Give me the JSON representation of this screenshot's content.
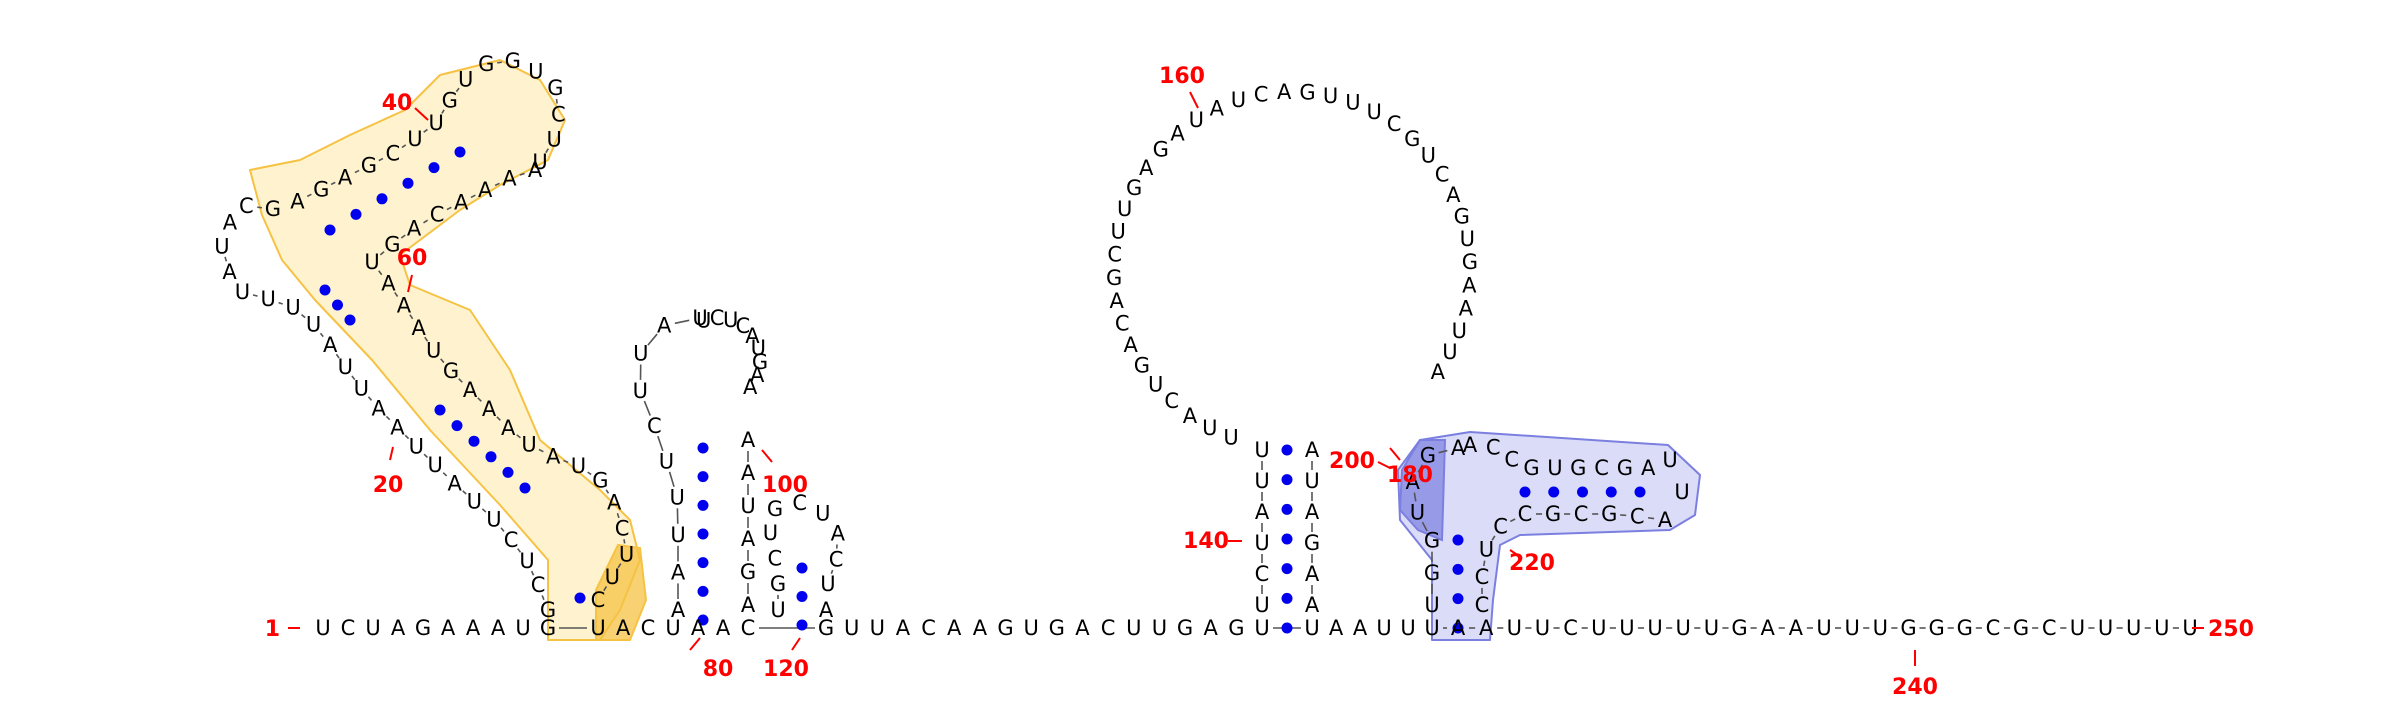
{
  "diagram": {
    "type": "RNA secondary structure",
    "colors": {
      "nucleotide": "#000000",
      "pair_dot": "#0000ee",
      "index_label": "#ff0000",
      "highlight_yellow_fill": "#fde9a6",
      "highlight_yellow_stroke": "#f6c244",
      "highlight_blue_fill": "#cfd0f4",
      "highlight_blue_stroke": "#7b7fe0"
    },
    "index_labels": [
      "1",
      "20",
      "40",
      "60",
      "80",
      "100",
      "120",
      "140",
      "160",
      "180",
      "200",
      "220",
      "240",
      "250"
    ],
    "main_strand": {
      "first_segment": [
        "U",
        "C",
        "U",
        "A",
        "G",
        "A",
        "A",
        "A",
        "U",
        "G"
      ],
      "segment_78_84": [
        "U",
        "A",
        "C",
        "U",
        "A",
        "A",
        "C"
      ],
      "segment_124_140": [
        "G",
        "U",
        "U",
        "A",
        "C",
        "A",
        "A",
        "G",
        "U",
        "G",
        "A",
        "C",
        "U",
        "U",
        "G",
        "A",
        "G",
        "U"
      ],
      "segment_189_194": [
        "U",
        "A",
        "A",
        "U",
        "U",
        "U"
      ],
      "segment_3prime": [
        "A",
        "A",
        "U",
        "U",
        "C",
        "U",
        "U",
        "U",
        "U",
        "U",
        "G",
        "A",
        "A",
        "U",
        "U",
        "U",
        "G",
        "G",
        "G",
        "C",
        "G",
        "C",
        "U",
        "U",
        "U",
        "U",
        "U"
      ]
    },
    "hairpin_1": {
      "stem_5prime": [
        "G",
        "C",
        "U",
        "C",
        "U",
        "U",
        "A",
        "U",
        "U",
        "A",
        "A",
        "U",
        "U",
        "A",
        "U",
        "U",
        "U",
        "U",
        "A",
        "U",
        "A",
        "C",
        "G",
        "A",
        "G",
        "A",
        "G",
        "C",
        "U",
        "U",
        "G",
        "U",
        "G",
        "G",
        "U",
        "G",
        "C",
        "U",
        "U"
      ],
      "stem_3prime": [
        "A",
        "A",
        "A",
        "A",
        "C",
        "A",
        "G",
        "U",
        "A",
        "A",
        "A",
        "U",
        "G",
        "A",
        "A",
        "A",
        "U",
        "A",
        "U",
        "G",
        "A",
        "C",
        "U",
        "U",
        "C"
      ]
    },
    "hairpin_2": {
      "left": [
        "A",
        "A",
        "U",
        "U",
        "U",
        "C",
        "U",
        "U",
        "A",
        "U"
      ],
      "loop": [
        "U",
        "C",
        "U",
        "C",
        "A",
        "U",
        "G",
        "A",
        "A"
      ],
      "right": [
        "A",
        "A",
        "U",
        "A",
        "G",
        "A"
      ]
    },
    "hairpin_3": {
      "nts": [
        "U",
        "G",
        "C",
        "U",
        "G",
        "C",
        "U",
        "A",
        "C",
        "U",
        "A"
      ]
    },
    "hairpin_4": {
      "stem_left": [
        "U",
        "C",
        "U",
        "A",
        "U",
        "U"
      ],
      "loop": [
        "U",
        "U",
        "A",
        "C",
        "U",
        "G",
        "A",
        "C",
        "A",
        "G",
        "C",
        "U",
        "U",
        "G",
        "A",
        "G",
        "A",
        "U",
        "A",
        "U",
        "C",
        "A",
        "G",
        "U",
        "U",
        "U",
        "C",
        "G",
        "U",
        "C",
        "A",
        "G",
        "U",
        "G",
        "A",
        "A",
        "U",
        "U",
        "A"
      ],
      "stem_right": [
        "A",
        "U",
        "A",
        "G",
        "A",
        "A"
      ]
    },
    "hairpin_5": {
      "left": [
        "U",
        "G",
        "G",
        "U",
        "A",
        "G",
        "A"
      ],
      "top": [
        "A",
        "C",
        "C",
        "G",
        "U",
        "G",
        "C",
        "G",
        "A",
        "U"
      ],
      "bottom": [
        "A",
        "C",
        "G",
        "C",
        "G",
        "C",
        "C",
        "U",
        "C",
        "C"
      ],
      "right": [
        "U"
      ]
    }
  }
}
